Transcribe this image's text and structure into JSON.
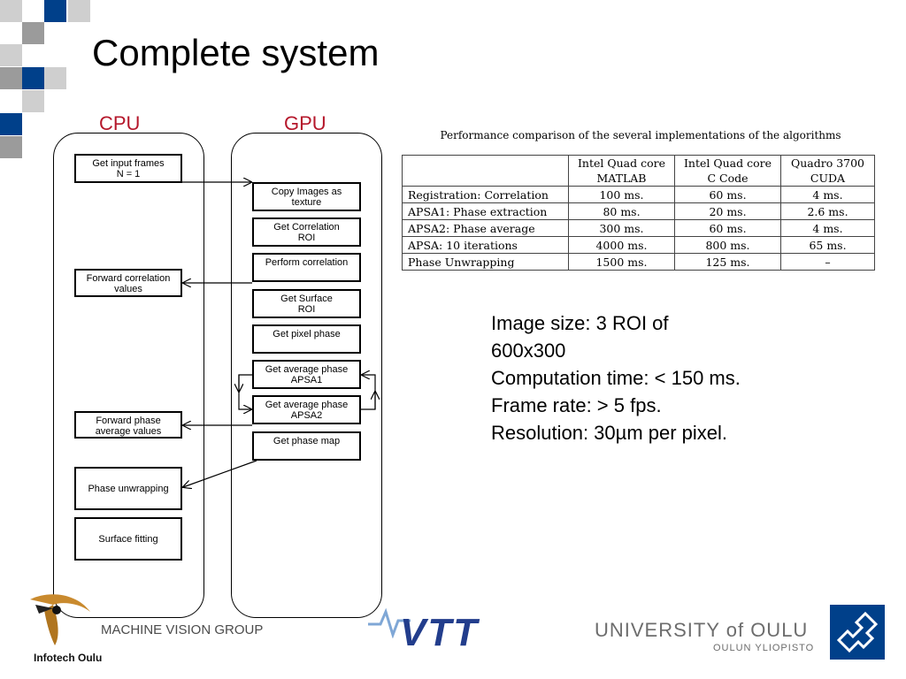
{
  "slide": {
    "title": "Complete system",
    "decor_squares_colors": {
      "blue": "#00408a",
      "gray": "#9b9b9b",
      "light": "#cfcfcf"
    }
  },
  "diagram": {
    "cpu_label": "CPU",
    "gpu_label": "GPU",
    "label_color": "#b5172b",
    "cpu_steps": [
      "Get input frames\nN = 1",
      "Forward correlation\nvalues",
      "Forward phase\naverage values",
      "Phase unwrapping",
      "Surface fitting"
    ],
    "gpu_steps": [
      "Copy Images as\ntexture",
      "Get Correlation\nROI",
      "Perform correlation",
      "Get Surface\nROI",
      "Get pixel phase",
      "Get average phase\nAPSA1",
      "Get average phase\nAPSA2",
      "Get phase map"
    ]
  },
  "table": {
    "caption": "Performance comparison of the several implementations of the algorithms",
    "columns": [
      "",
      "Intel Quad core\nMATLAB",
      "Intel Quad core\nC Code",
      "Quadro 3700\nCUDA"
    ],
    "rows": [
      [
        "Registration: Correlation",
        "100 ms.",
        "60 ms.",
        "4 ms."
      ],
      [
        "APSA1: Phase extraction",
        "80 ms.",
        "20 ms.",
        "2.6 ms."
      ],
      [
        "APSA2: Phase average",
        "300 ms.",
        "60 ms.",
        "4 ms."
      ],
      [
        "APSA: 10 iterations",
        "4000 ms.",
        "800 ms.",
        "65 ms."
      ],
      [
        "Phase Unwrapping",
        "1500 ms.",
        "125 ms.",
        "–"
      ]
    ]
  },
  "stats": [
    "Image size: 3 ROI of",
    "600x300",
    "Computation time: < 150 ms.",
    "Frame rate: > 5 fps.",
    "Resolution: 30µm per pixel."
  ],
  "footer": {
    "group": "MACHINE VISION GROUP",
    "infotech": "Infotech Oulu",
    "vtt": "VTT",
    "university": "UNIVERSITY of OULU",
    "university_sub": "OULUN YLIOPISTO"
  }
}
